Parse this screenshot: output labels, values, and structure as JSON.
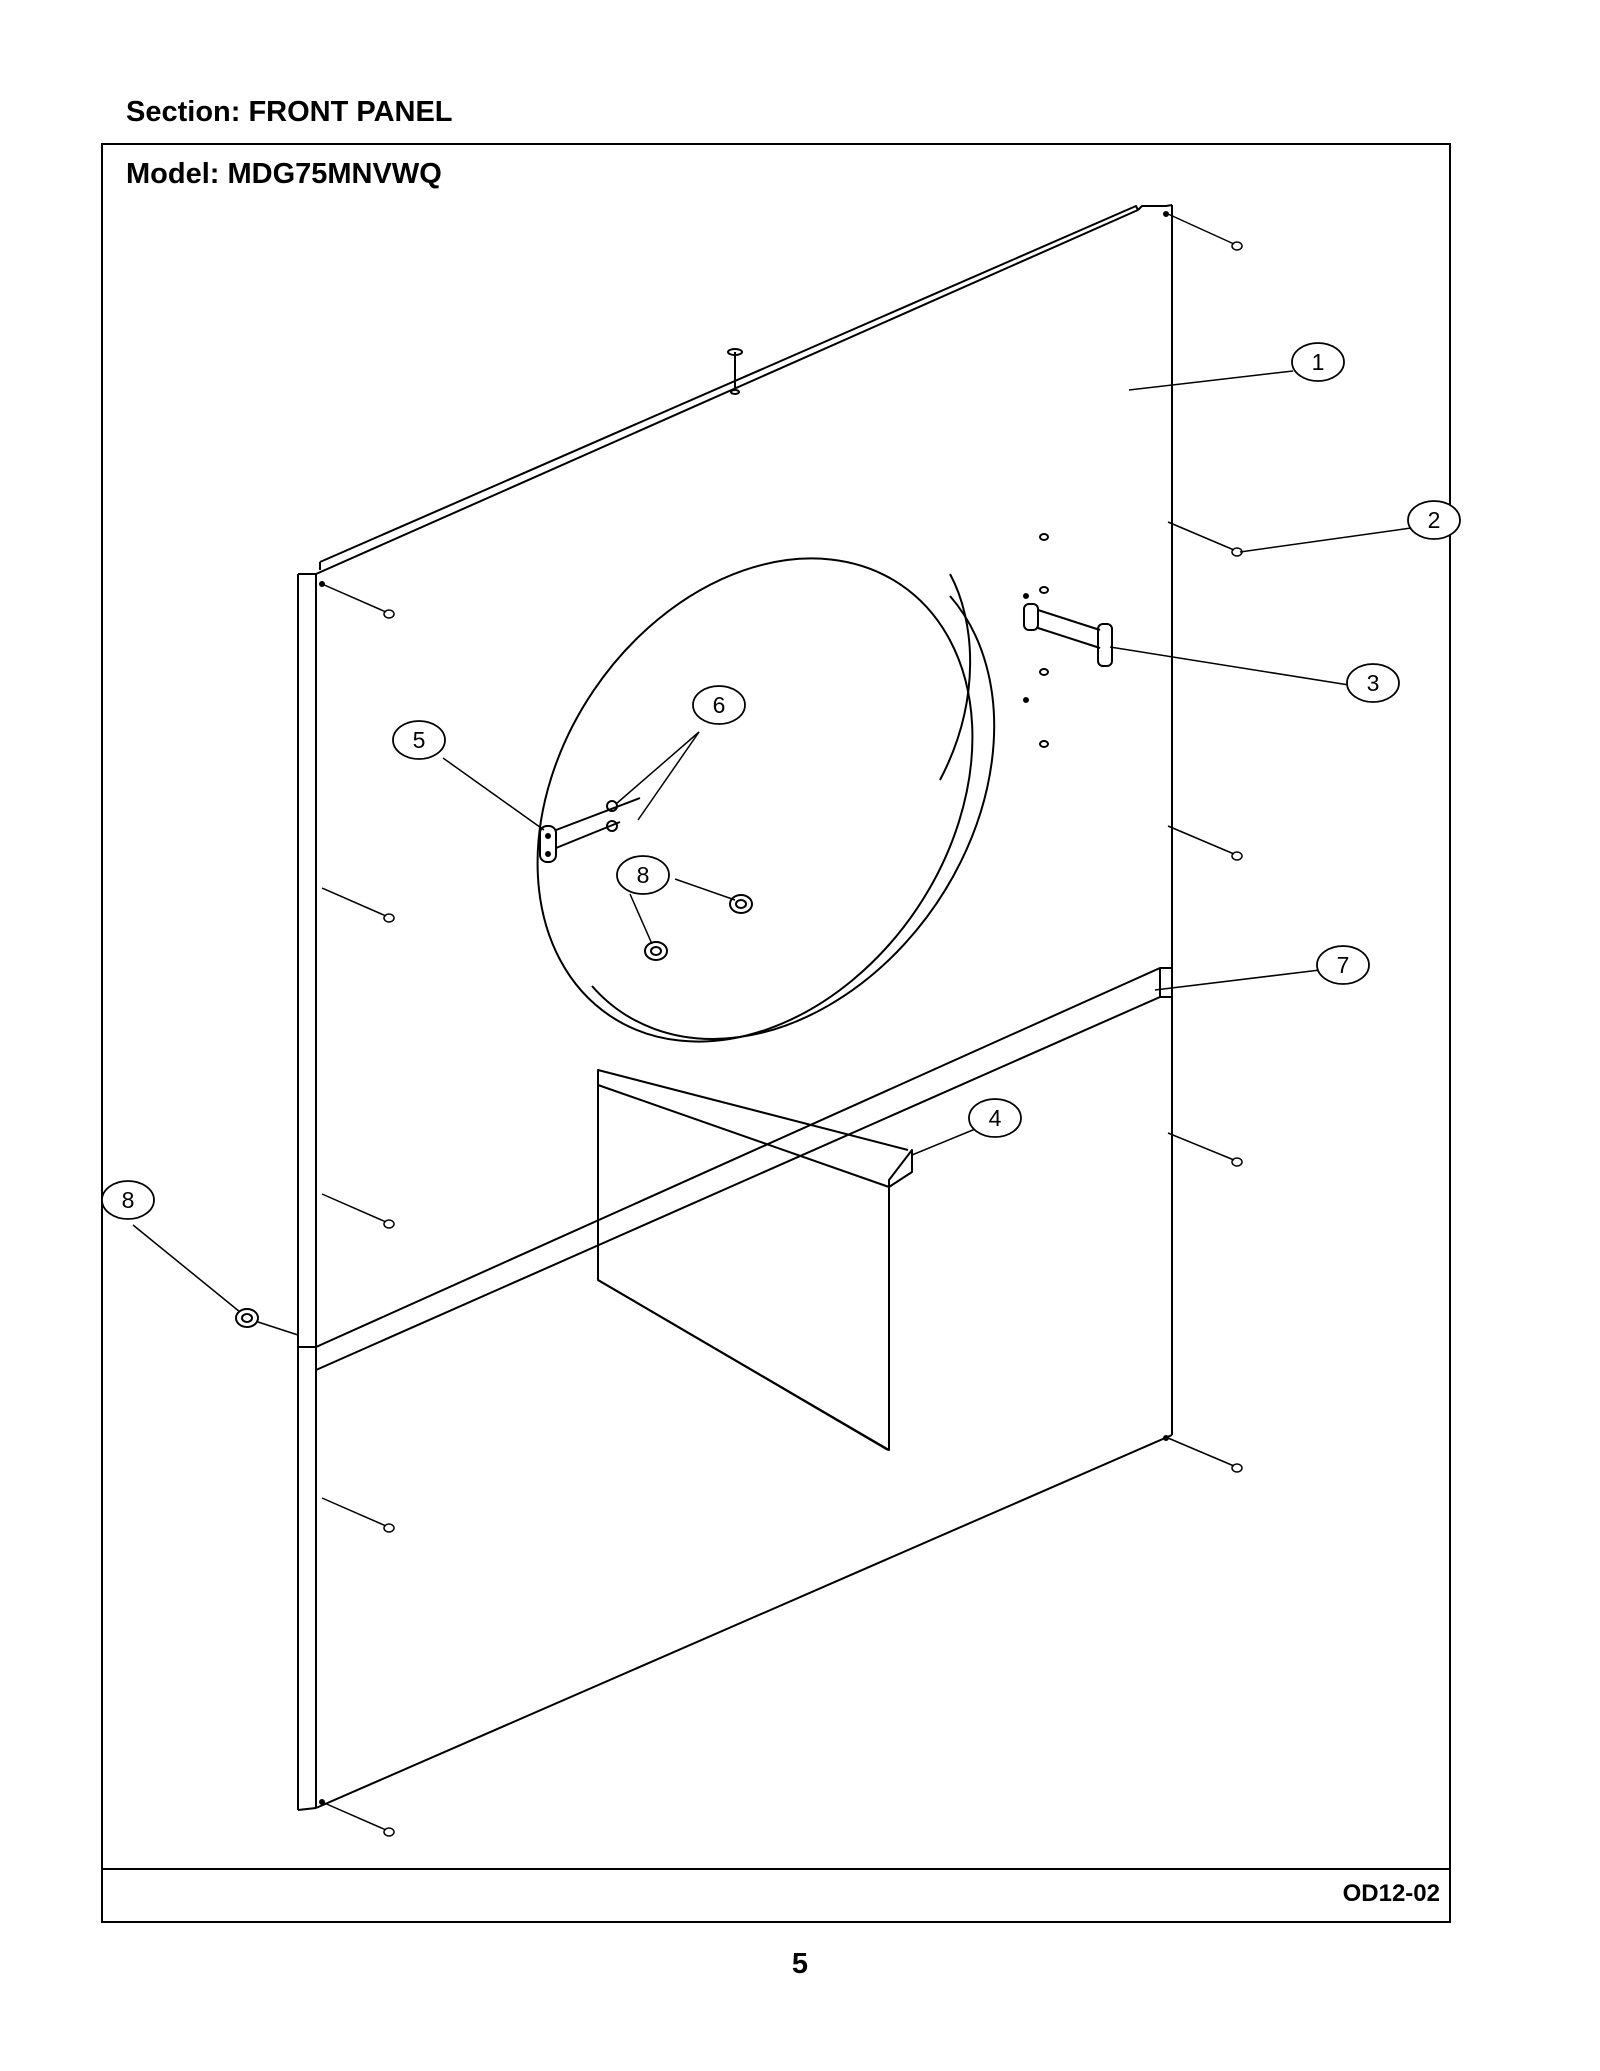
{
  "header": {
    "section_label": "Section:  FRONT PANEL",
    "model_label": "Model:  MDG75MNVWQ"
  },
  "footer": {
    "diagram_code": "OD12-02",
    "page_number": "5"
  },
  "callouts": [
    {
      "id": "callout-1",
      "label": "1"
    },
    {
      "id": "callout-2",
      "label": "2"
    },
    {
      "id": "callout-3",
      "label": "3"
    },
    {
      "id": "callout-4",
      "label": "4"
    },
    {
      "id": "callout-5",
      "label": "5"
    },
    {
      "id": "callout-6",
      "label": "6"
    },
    {
      "id": "callout-7",
      "label": "7"
    },
    {
      "id": "callout-8a",
      "label": "8"
    },
    {
      "id": "callout-8b",
      "label": "8"
    }
  ]
}
